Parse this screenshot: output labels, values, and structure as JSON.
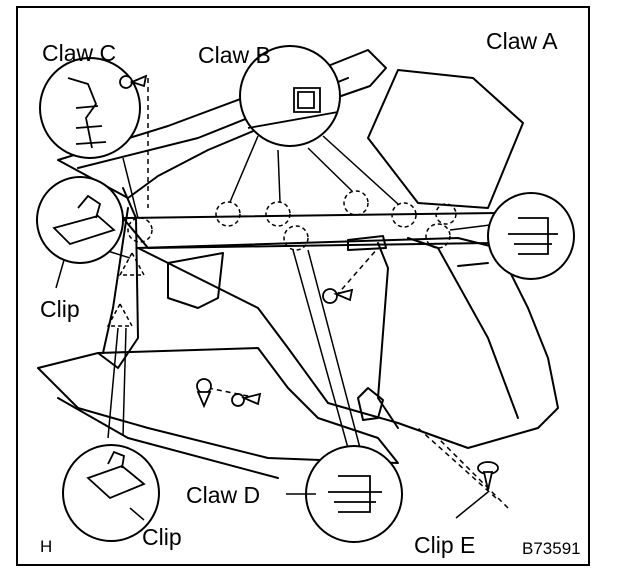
{
  "labels": {
    "claw_a": "Claw A",
    "claw_b": "Claw B",
    "claw_c": "Claw C",
    "claw_d": "Claw D",
    "clip_left": "Clip",
    "clip_bottom": "Clip",
    "clip_e": "Clip E",
    "view_letter": "H",
    "figure_code": "B73591"
  },
  "colors": {
    "line": "#000000",
    "background": "#ffffff"
  }
}
